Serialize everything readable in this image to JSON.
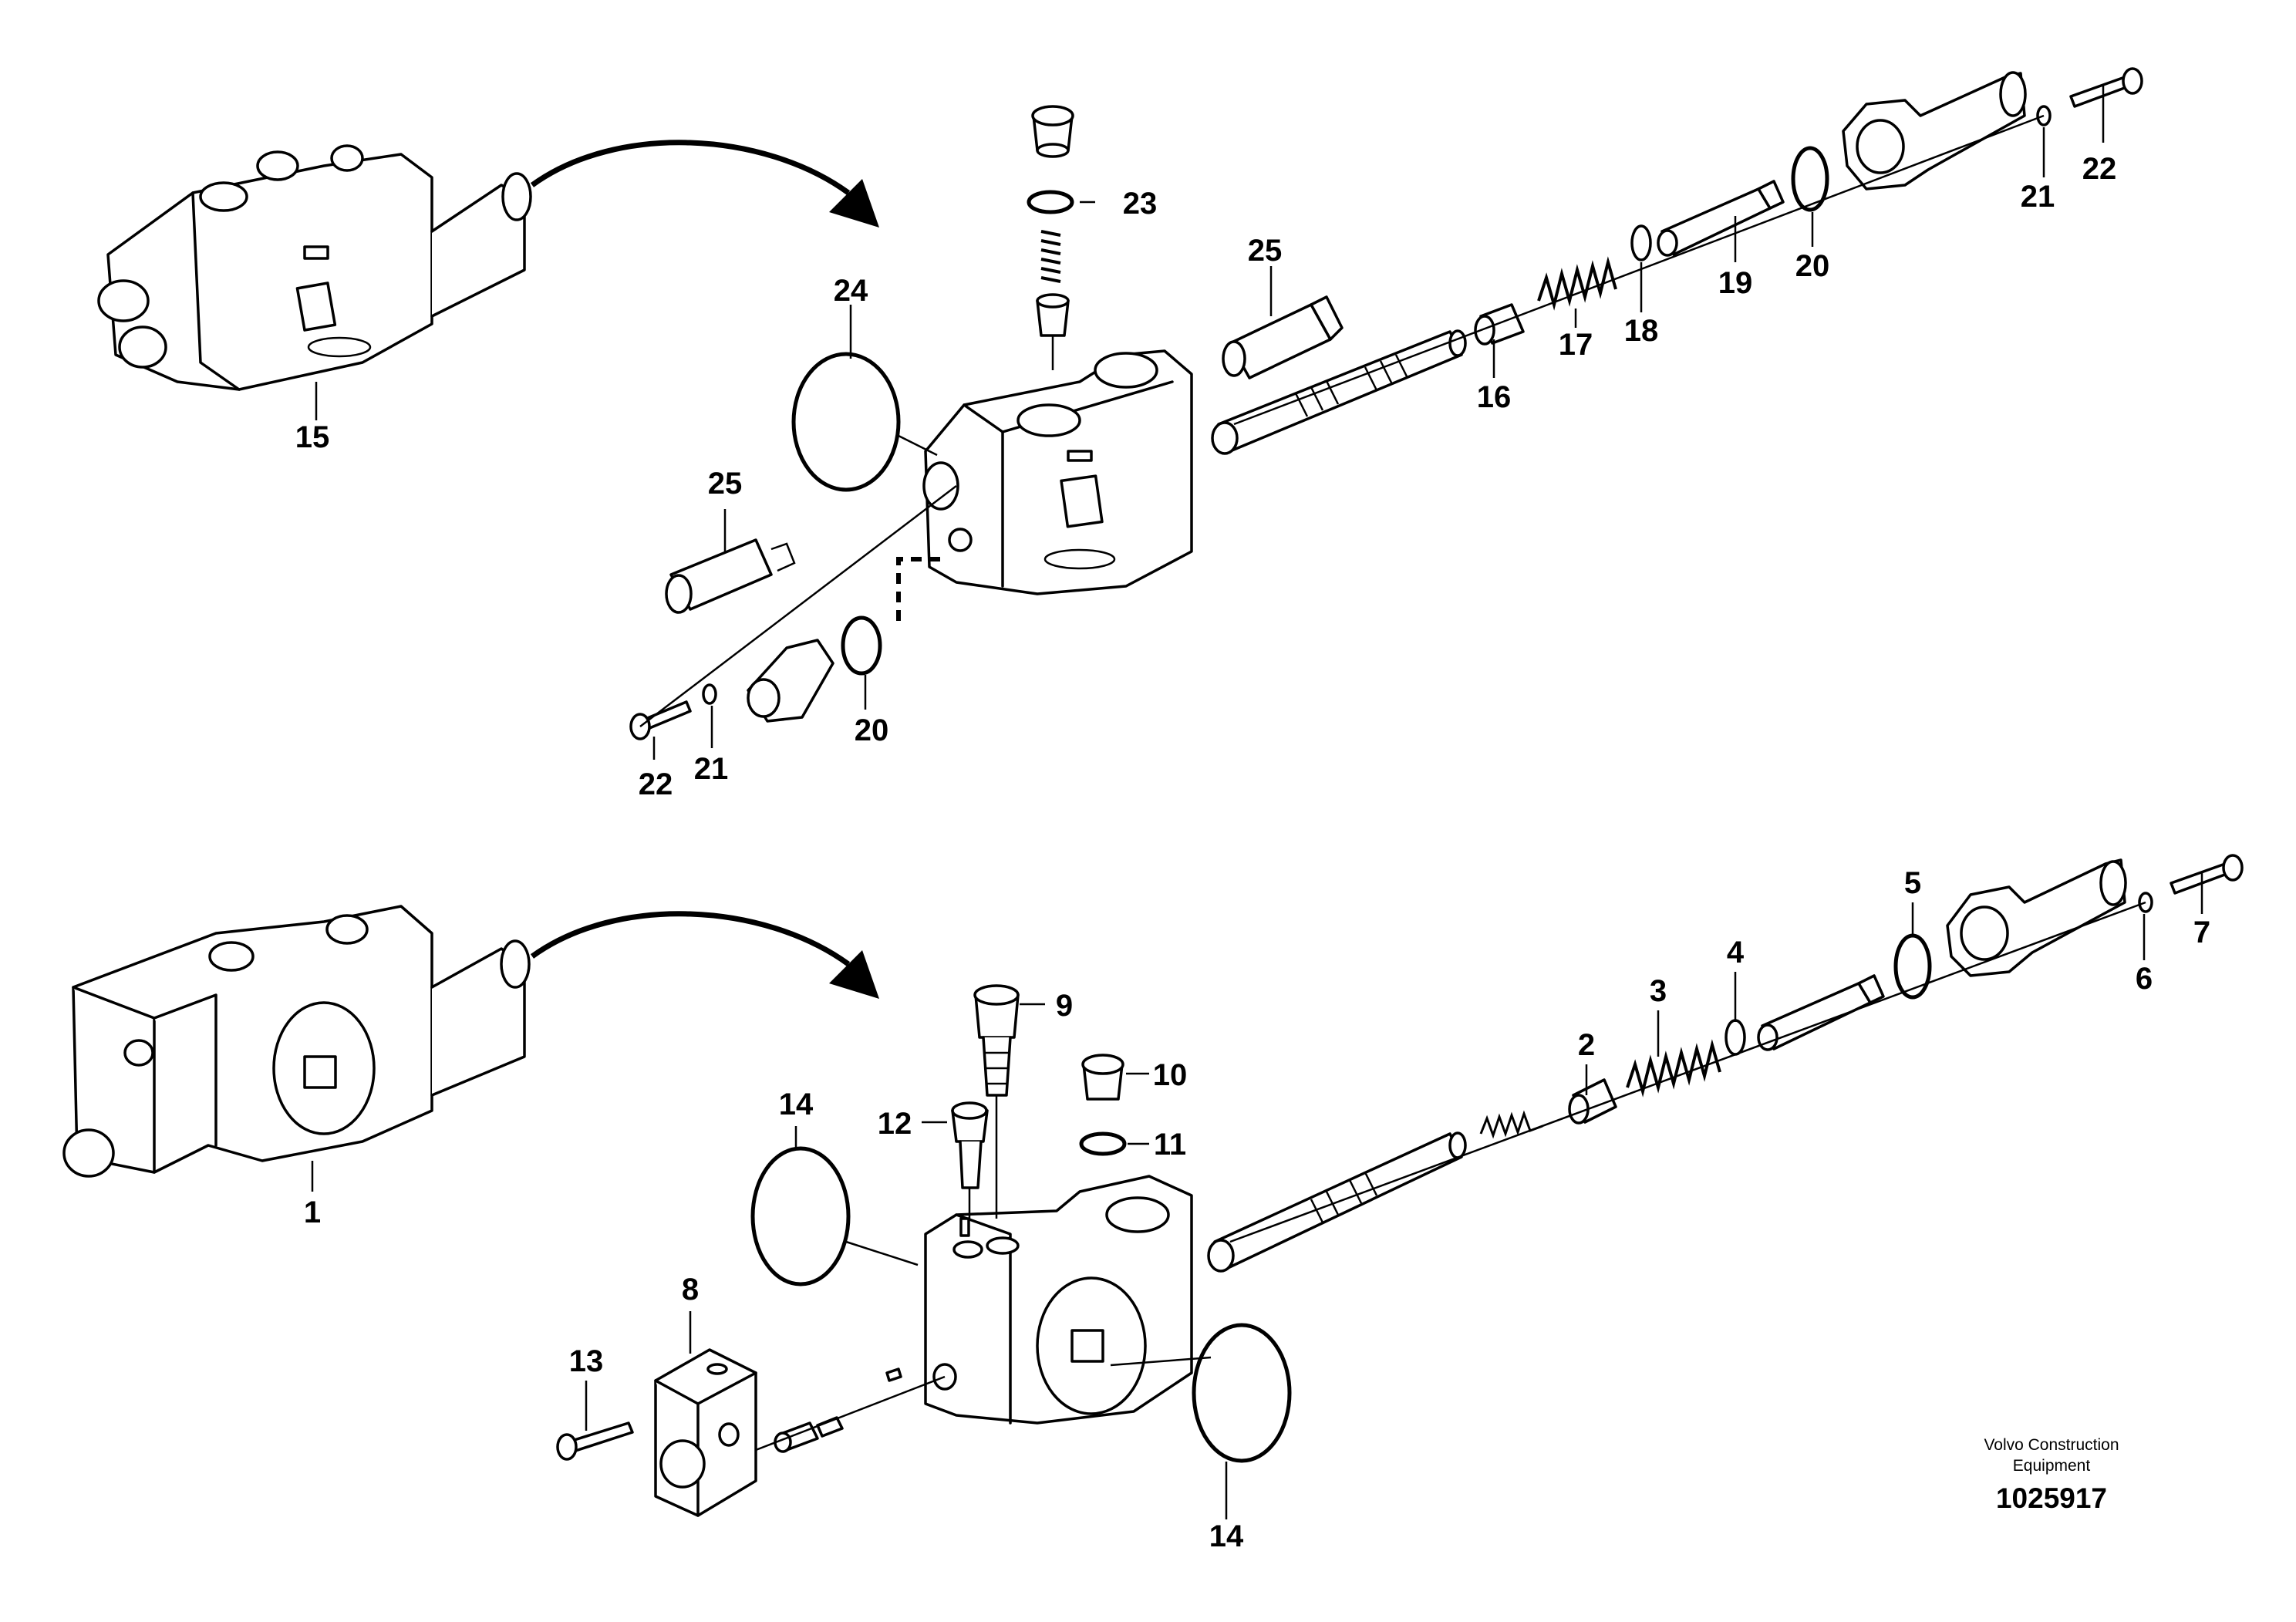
{
  "callouts_top": [
    "15",
    "23",
    "24",
    "25",
    "25",
    "16",
    "17",
    "18",
    "19",
    "20",
    "21",
    "22",
    "20",
    "21",
    "22"
  ],
  "callouts_bottom": [
    "1",
    "9",
    "10",
    "11",
    "12",
    "14",
    "14",
    "8",
    "13",
    "2",
    "3",
    "4",
    "5",
    "6",
    "7"
  ],
  "footer": {
    "brand_line1": "Volvo Construction",
    "brand_line2": "Equipment",
    "drawing_number": "1025917"
  }
}
